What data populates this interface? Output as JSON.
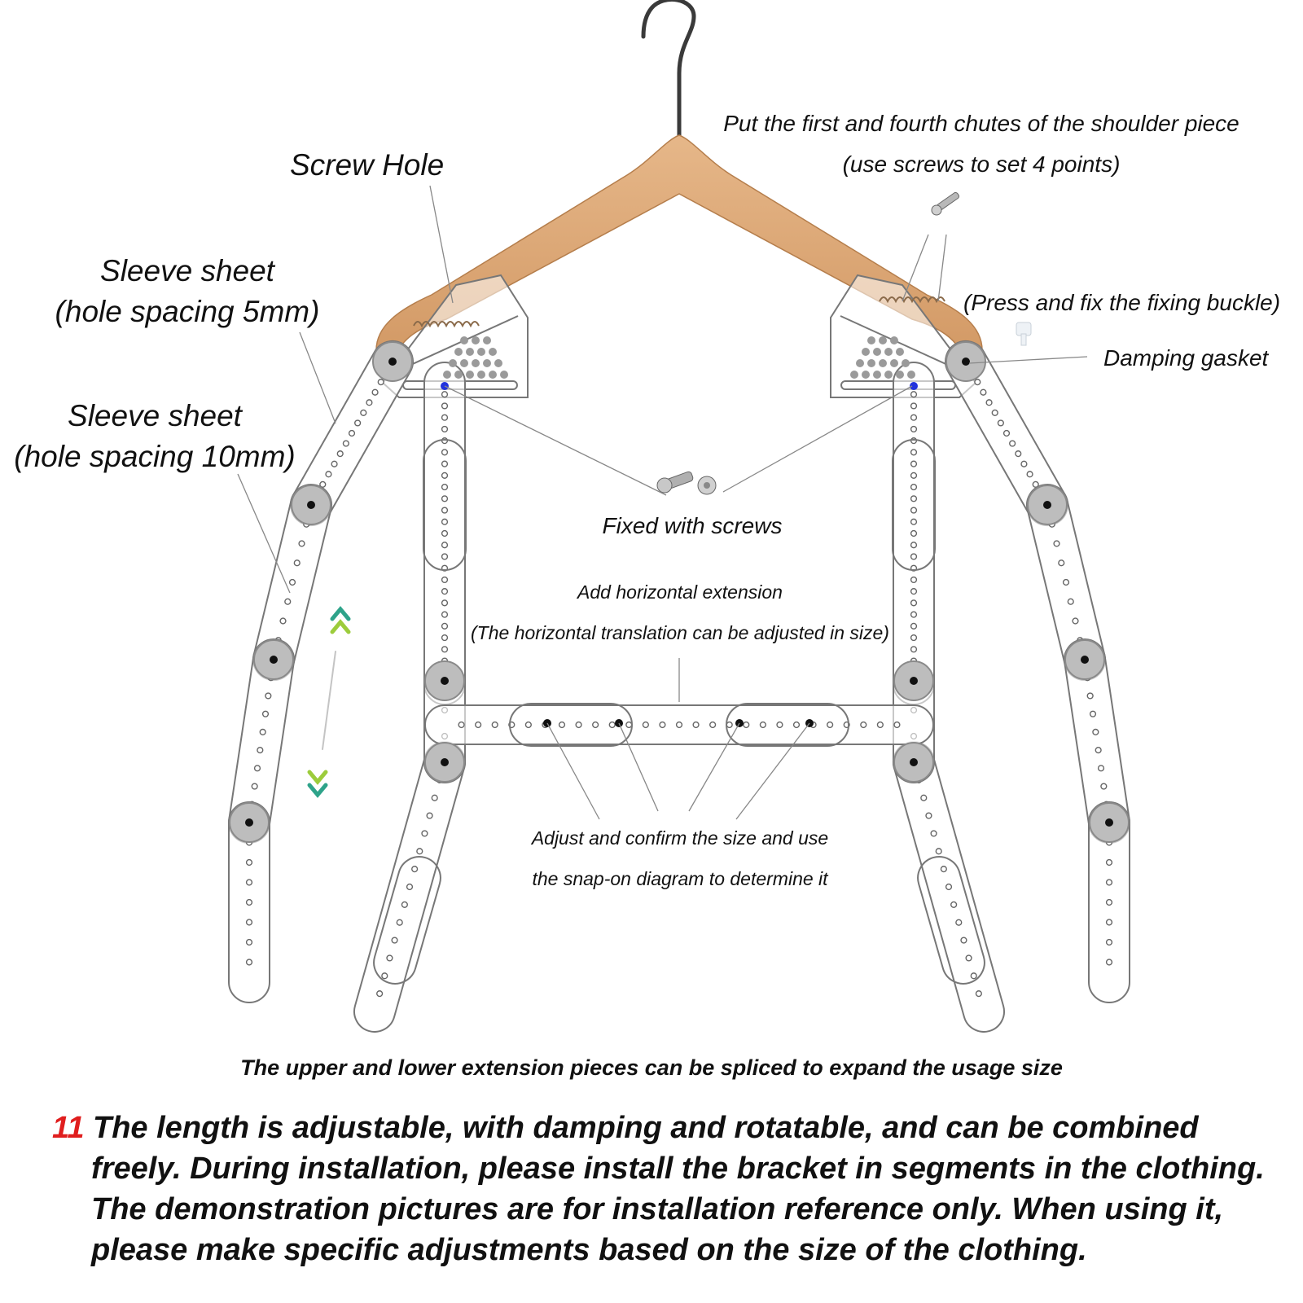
{
  "labels": {
    "screw_hole": "Screw Hole",
    "shoulder_line1": "Put the first and fourth chutes of the shoulder piece",
    "shoulder_line2": "(use screws to set 4 points)",
    "sleeve5_line1": "Sleeve sheet",
    "sleeve5_line2": "(hole spacing 5mm)",
    "sleeve10_line1": "Sleeve sheet",
    "sleeve10_line2": "(hole spacing 10mm)",
    "press_fix": "(Press and fix the fixing buckle)",
    "damping_gasket": "Damping gasket",
    "fixed_screws": "Fixed with screws",
    "horizontal_line1": "Add horizontal extension",
    "horizontal_line2": "(The horizontal translation can be adjusted in size)",
    "adjust_line1": "Adjust and confirm the size and use",
    "adjust_line2": "the snap-on diagram to determine it"
  },
  "caption": "The upper and lower extension pieces can be spliced to expand the usage size",
  "description": {
    "number": "11",
    "line1": " The length is adjustable, with damping and rotatable, and can be combined",
    "line2": "freely. During installation, please install the bracket in segments in the clothing.",
    "line3": "The demonstration pictures are for installation reference only. When using it,",
    "line4": "please make specific adjustments based on the size of the clothing."
  },
  "colors": {
    "hanger_wood": "#dca778",
    "hanger_wood_dark": "#c98f5a",
    "hook_metal": "#3a3a3a",
    "bracket_outline": "#777777",
    "joint_gray": "#b8b8b8",
    "arrow_teal": "#2ea38a",
    "arrow_green": "#9ccc3c",
    "number_red": "#e01e1e"
  }
}
